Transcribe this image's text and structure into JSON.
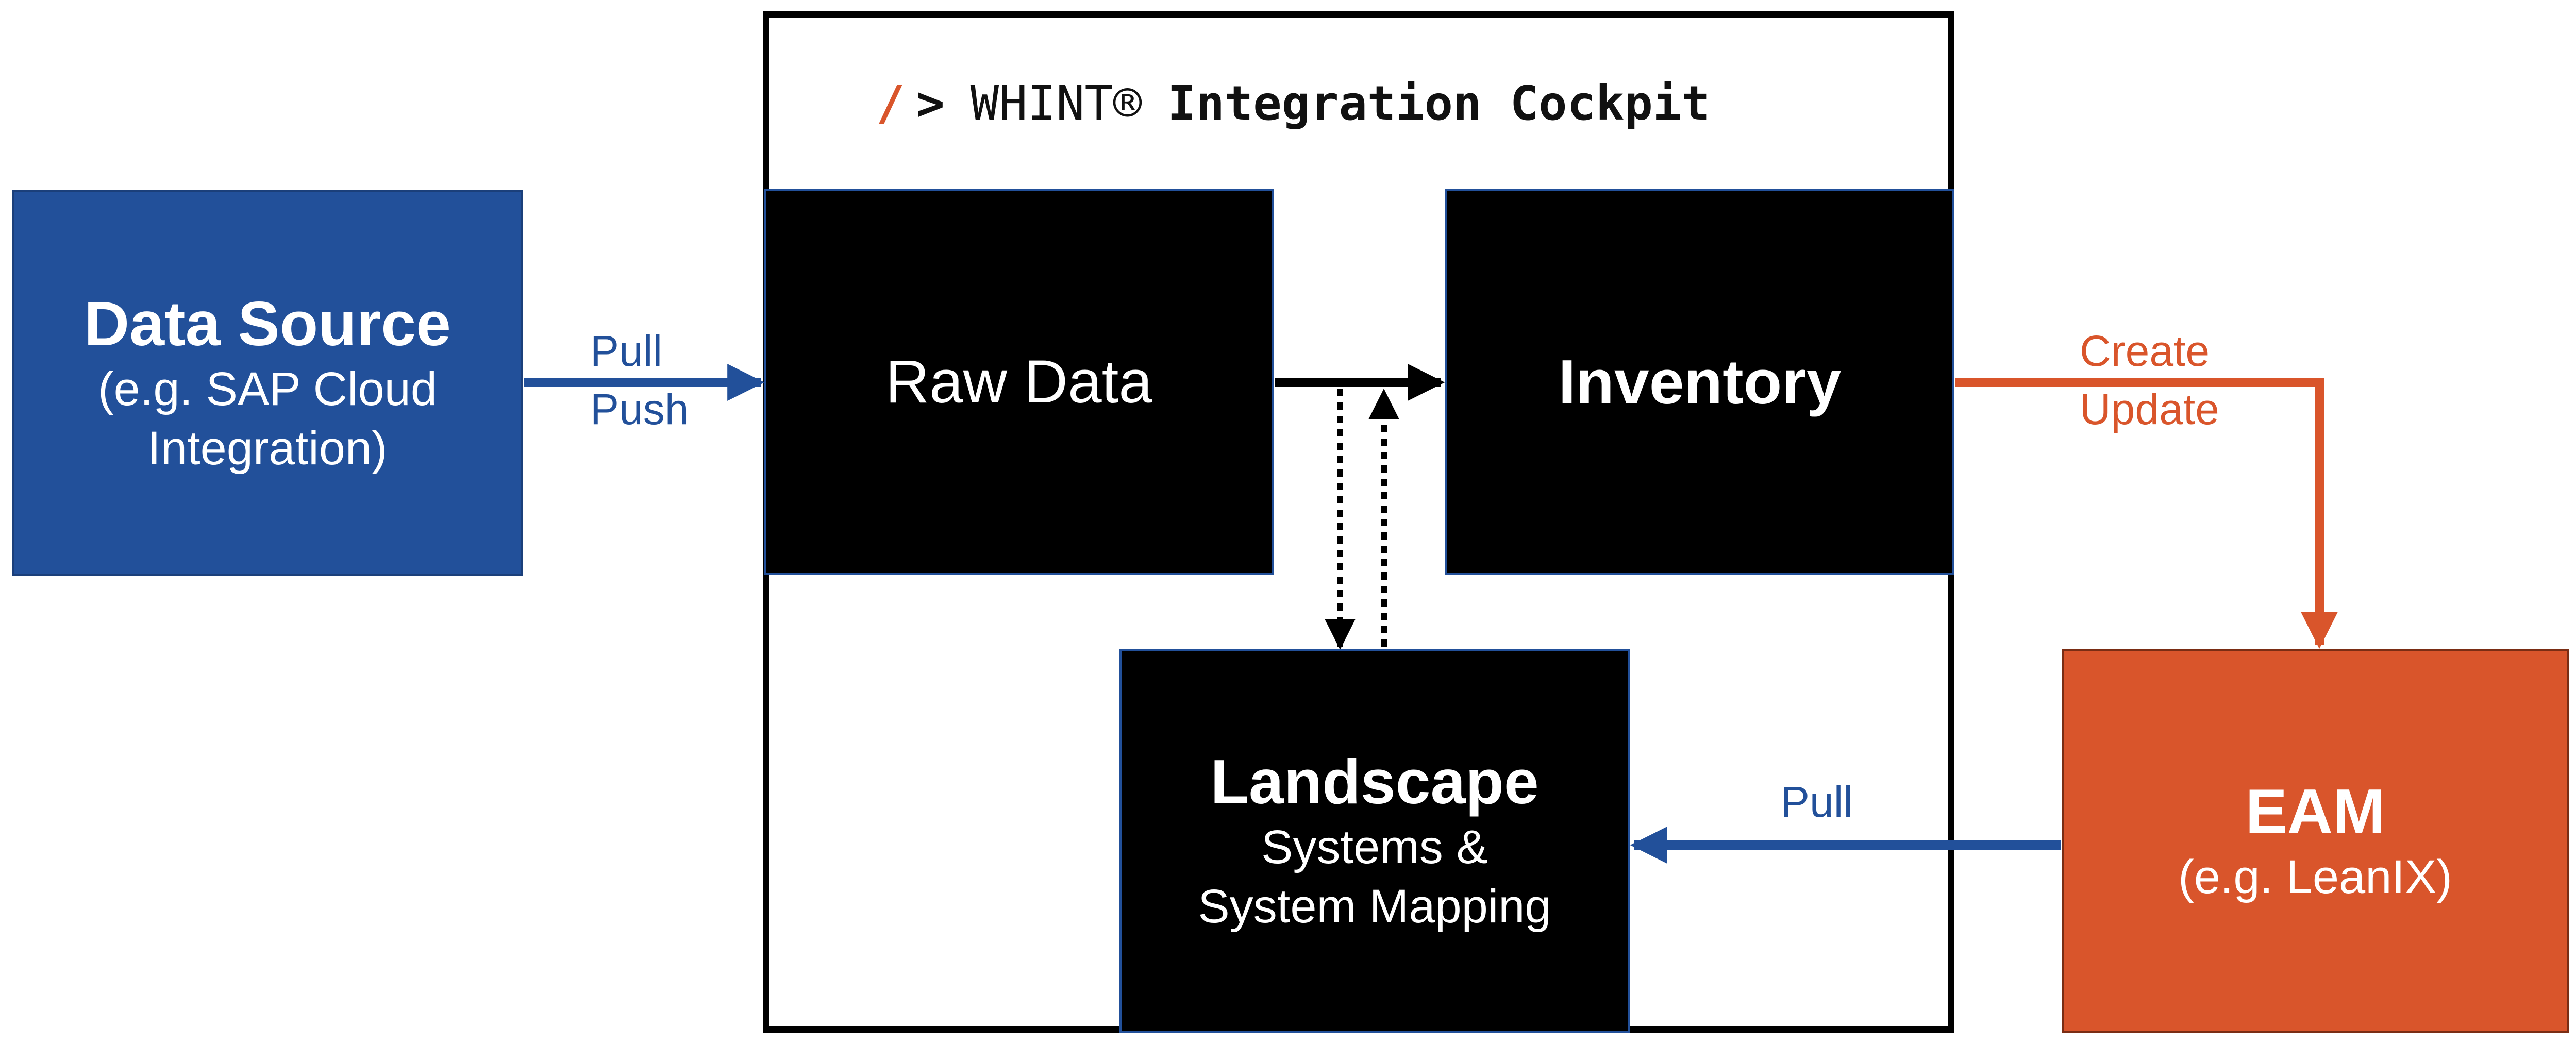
{
  "cockpit": {
    "slash": "/",
    "gt": ">",
    "brand": "WHINT®",
    "title": "Integration Cockpit"
  },
  "nodes": {
    "data_source": {
      "title": "Data Source",
      "subtitle_line1": "(e.g. SAP Cloud",
      "subtitle_line2": "Integration)"
    },
    "raw_data": {
      "title": "Raw Data"
    },
    "inventory": {
      "title": "Inventory"
    },
    "landscape": {
      "title": "Landscape",
      "subtitle_line1": "Systems &",
      "subtitle_line2": "System Mapping"
    },
    "eam": {
      "title": "EAM",
      "subtitle": "(e.g. LeanIX)"
    }
  },
  "edges": {
    "source_to_raw": {
      "label_line1": "Pull",
      "label_line2": "Push"
    },
    "inventory_to_eam": {
      "label_line1": "Create",
      "label_line2": "Update"
    },
    "eam_to_landscape": {
      "label": "Pull"
    }
  },
  "colors": {
    "blue": "#22509a",
    "orange": "#d9552b",
    "black": "#000000"
  }
}
